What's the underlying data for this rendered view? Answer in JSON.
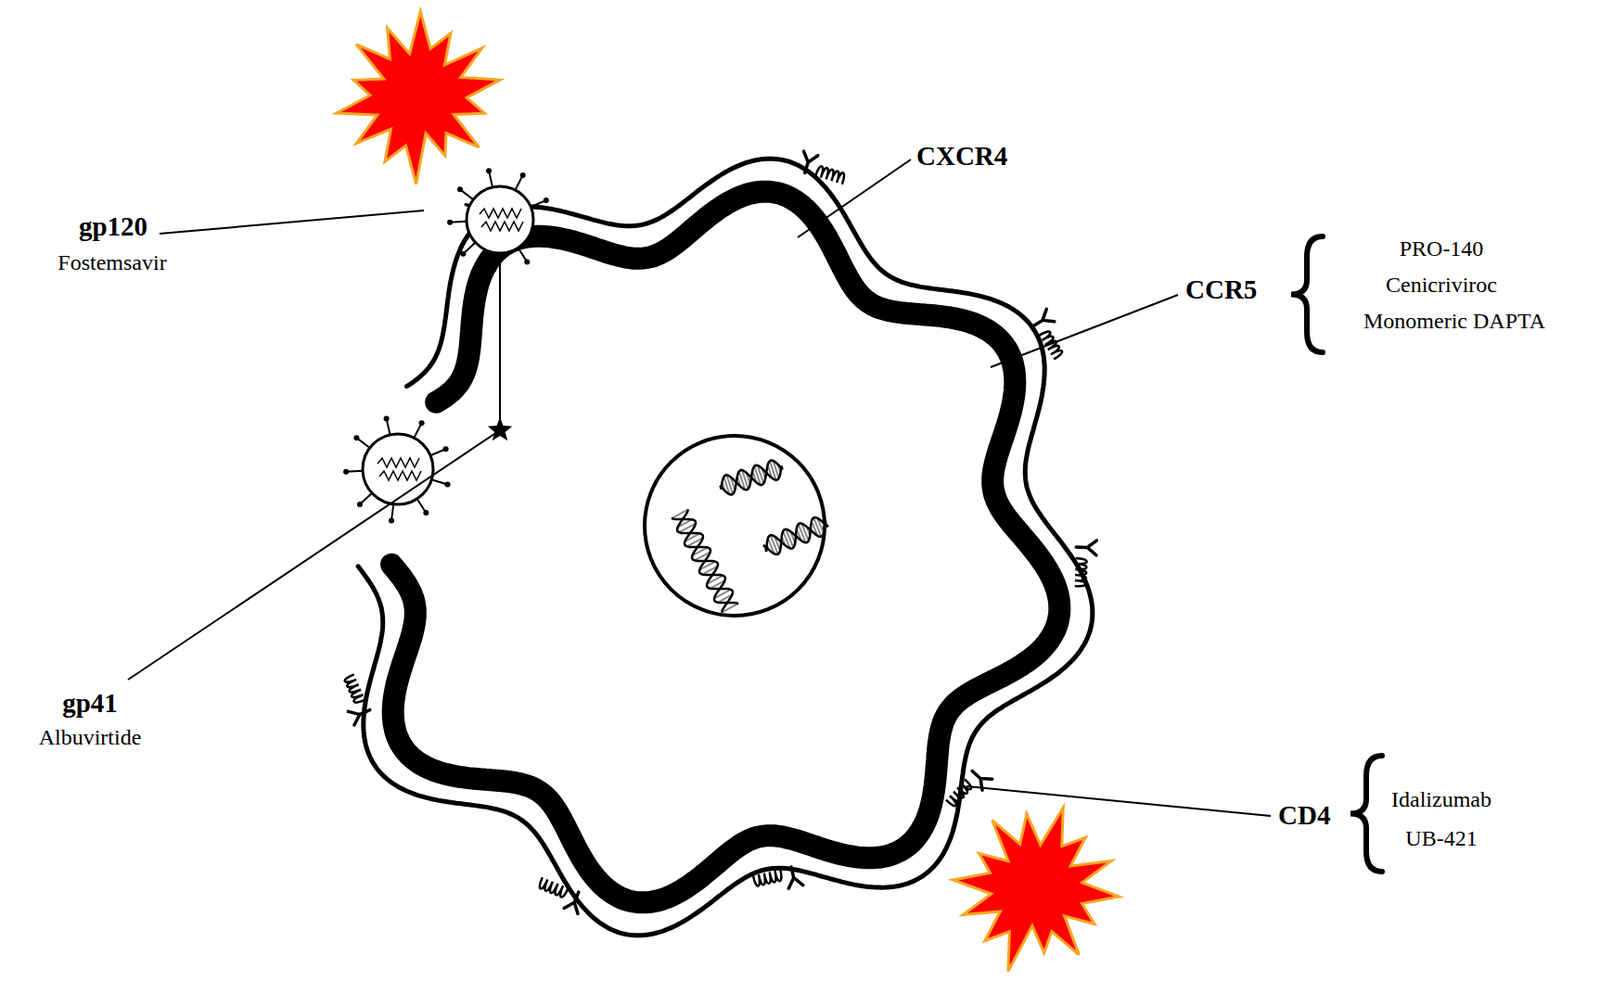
{
  "diagram": {
    "labels": [
      "gp120",
      "Fostemsavir",
      "CXCR4",
      "CCR5",
      "PRO-140",
      "Cenicriviroc",
      "Monomeric DAPTA",
      "gp41",
      "Albuvirtide",
      "CD4",
      "Idalizumab",
      "UB-421"
    ]
  }
}
